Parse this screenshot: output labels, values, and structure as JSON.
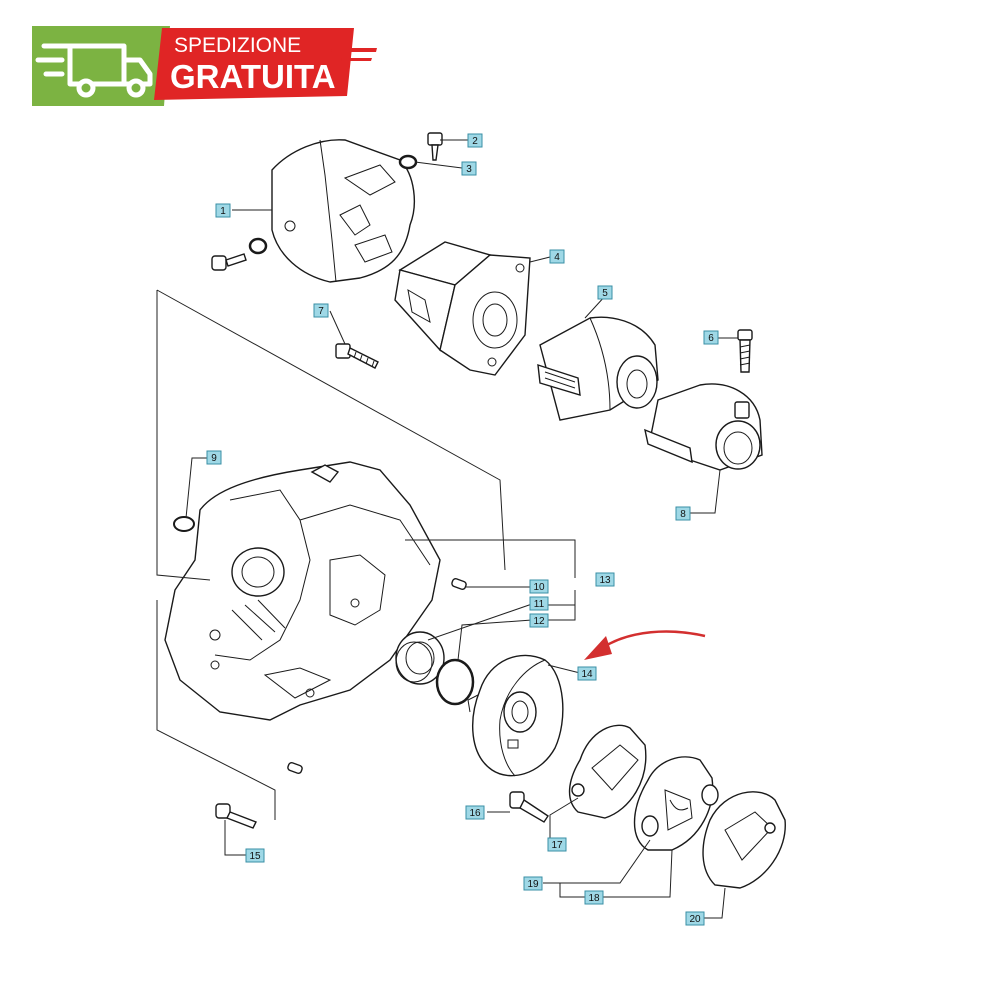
{
  "badge": {
    "line1": "SPEDIZIONE",
    "line2": "GRATUITA",
    "icon": "delivery-truck-icon",
    "colors": {
      "green": "#7cb342",
      "red": "#e02525",
      "white": "#ffffff"
    }
  },
  "callouts": [
    {
      "id": "c1",
      "label": "1"
    },
    {
      "id": "c2",
      "label": "2"
    },
    {
      "id": "c3",
      "label": "3"
    },
    {
      "id": "c4",
      "label": "4"
    },
    {
      "id": "c5",
      "label": "5"
    },
    {
      "id": "c6",
      "label": "6"
    },
    {
      "id": "c7",
      "label": "7"
    },
    {
      "id": "c8",
      "label": "8"
    },
    {
      "id": "c9",
      "label": "9"
    },
    {
      "id": "c10",
      "label": "10"
    },
    {
      "id": "c11",
      "label": "11"
    },
    {
      "id": "c12",
      "label": "12"
    },
    {
      "id": "c13",
      "label": "13"
    },
    {
      "id": "c14",
      "label": "14"
    },
    {
      "id": "c15",
      "label": "15"
    },
    {
      "id": "c16",
      "label": "16"
    },
    {
      "id": "c17",
      "label": "17"
    },
    {
      "id": "c18",
      "label": "18"
    },
    {
      "id": "c19",
      "label": "19"
    },
    {
      "id": "c20",
      "label": "20"
    }
  ],
  "highlight": {
    "target": "14",
    "arrow_color": "#d32f2f"
  }
}
